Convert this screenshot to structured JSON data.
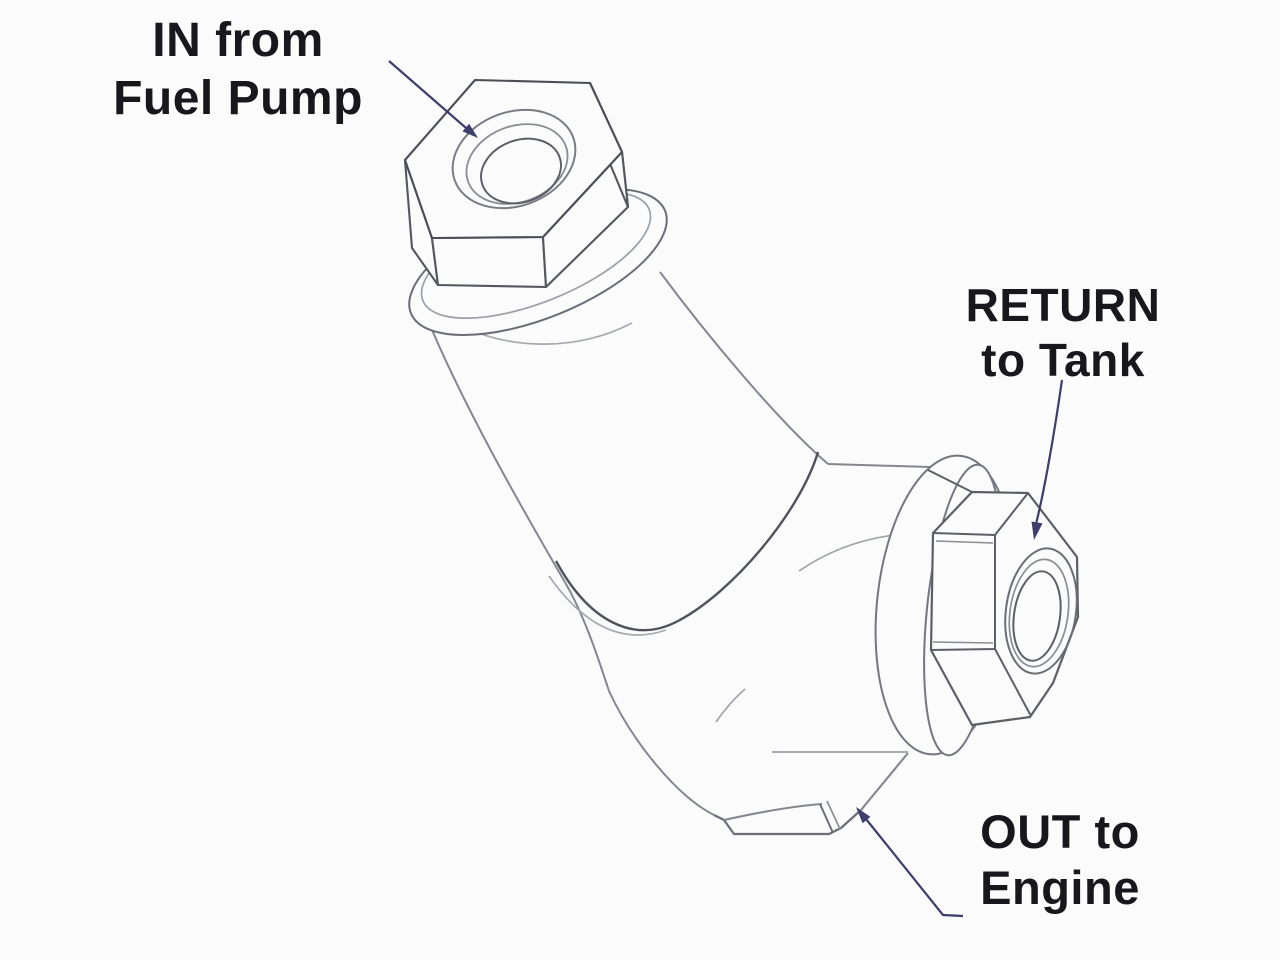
{
  "diagram": {
    "labels": {
      "in": {
        "line1": "IN from",
        "line2": "Fuel Pump"
      },
      "ret": {
        "line1": "RETURN",
        "line2": "to Tank"
      },
      "out": {
        "line1": "OUT to",
        "line2": "Engine"
      }
    },
    "colors": {
      "background": "#fbfbfc",
      "line_light": "#9aa0a8",
      "line_main": "#84878f",
      "line_dark": "#4c4e57",
      "leader_arrow": "#3d3e6b",
      "text": "#17171c"
    }
  }
}
